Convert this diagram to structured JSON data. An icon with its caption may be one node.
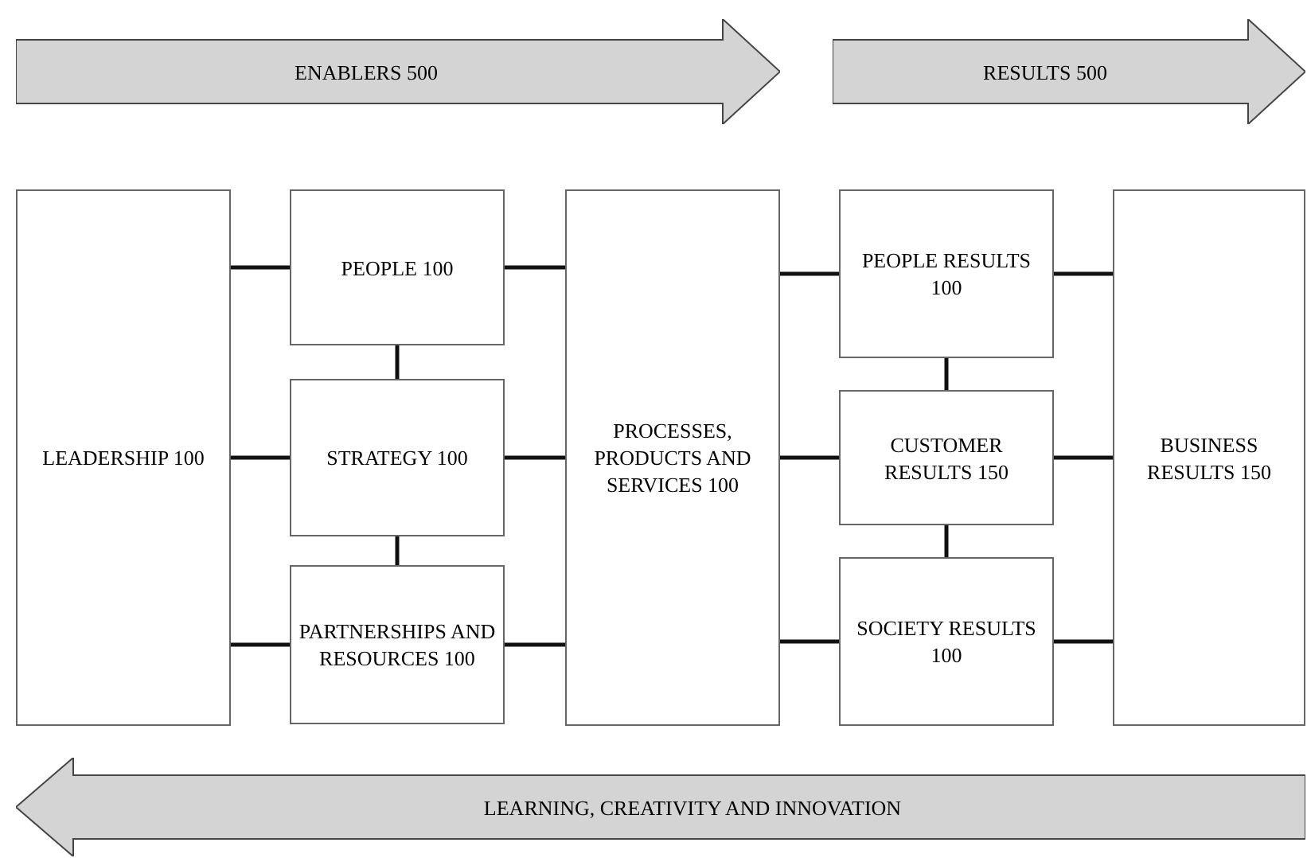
{
  "diagram": {
    "nodes": [
      {
        "text": [
          "ENABLERS 500"
        ]
      },
      {
        "text": [
          "RESULTS 500"
        ]
      },
      {
        "text": [
          "LEADERSHIP 100"
        ]
      },
      {
        "text": [
          "PEOPLE 100"
        ]
      },
      {
        "text": [
          "STRATEGY 100"
        ]
      },
      {
        "text": [
          "PARTNERSHIPS AND RESOURCES 100"
        ]
      },
      {
        "text": [
          "PROCESSES, PRODUCTS AND SERVICES 100"
        ]
      },
      {
        "text": [
          "PEOPLE RESULTS 100"
        ]
      },
      {
        "text": [
          "CUSTOMER RESULTS 150"
        ]
      },
      {
        "text": [
          "SOCIETY RESULTS 100"
        ]
      },
      {
        "text": [
          "BUSINESS RESULTS 150"
        ]
      },
      {
        "text": [
          "LEARNING, CREATIVITY AND INNOVATION"
        ]
      }
    ],
    "edges": [
      {
        "from": 2,
        "to": 3,
        "arrow": "none"
      },
      {
        "from": 2,
        "to": 4,
        "arrow": "none"
      },
      {
        "from": 2,
        "to": 5,
        "arrow": "none"
      },
      {
        "from": 3,
        "to": 4,
        "arrow": "none"
      },
      {
        "from": 4,
        "to": 5,
        "arrow": "none"
      },
      {
        "from": 3,
        "to": 6,
        "arrow": "none"
      },
      {
        "from": 4,
        "to": 6,
        "arrow": "none"
      },
      {
        "from": 5,
        "to": 6,
        "arrow": "none"
      },
      {
        "from": 6,
        "to": 7,
        "arrow": "none"
      },
      {
        "from": 6,
        "to": 8,
        "arrow": "none"
      },
      {
        "from": 6,
        "to": 9,
        "arrow": "none"
      },
      {
        "from": 7,
        "to": 8,
        "arrow": "none"
      },
      {
        "from": 8,
        "to": 9,
        "arrow": "none"
      },
      {
        "from": 7,
        "to": 10,
        "arrow": "none"
      },
      {
        "from": 8,
        "to": 10,
        "arrow": "none"
      },
      {
        "from": 9,
        "to": 10,
        "arrow": "none"
      }
    ]
  }
}
